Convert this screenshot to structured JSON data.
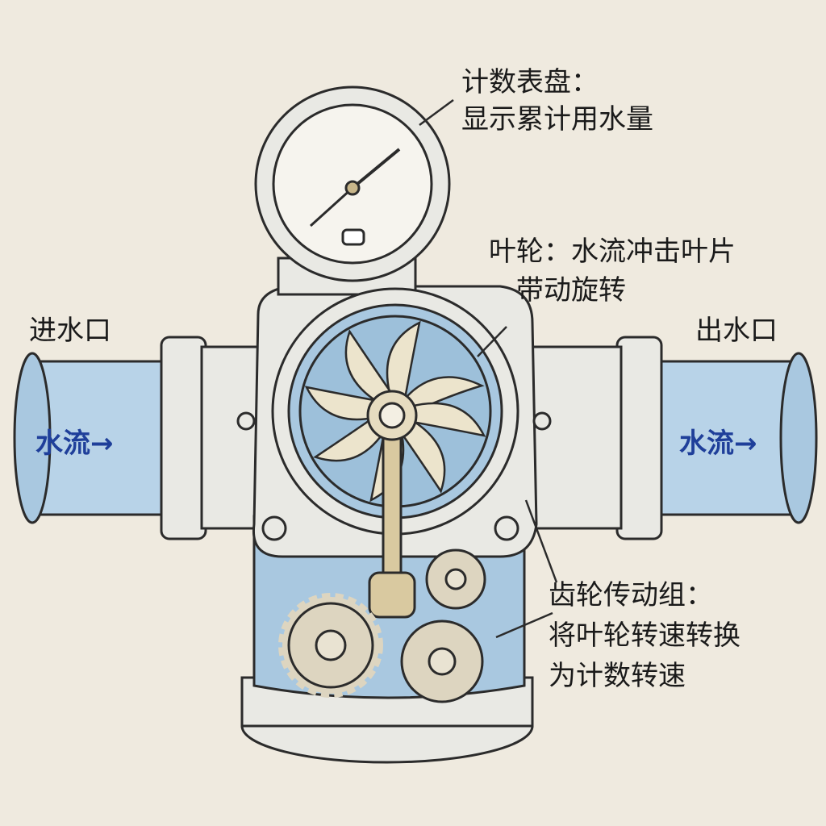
{
  "labels": {
    "dial_title": "计数表盘：",
    "dial_desc": "显示累计用水量",
    "impeller_title": "叶轮：水流冲击叶片",
    "impeller_desc": "带动旋转",
    "inlet": "进水口",
    "outlet": "出水口",
    "gear_title": "齿轮传动组：",
    "gear_desc_1": "将叶轮转速转换",
    "gear_desc_2": "为计数转速"
  },
  "flow": {
    "left": "水流",
    "right": "水流",
    "arrow": "→"
  },
  "colors": {
    "water_blue": "#a9c8e0",
    "outline": "#2b2b2b",
    "body": "#e9e9e4",
    "blade": "#ece4cc",
    "flow_text": "#1f3f9a"
  }
}
